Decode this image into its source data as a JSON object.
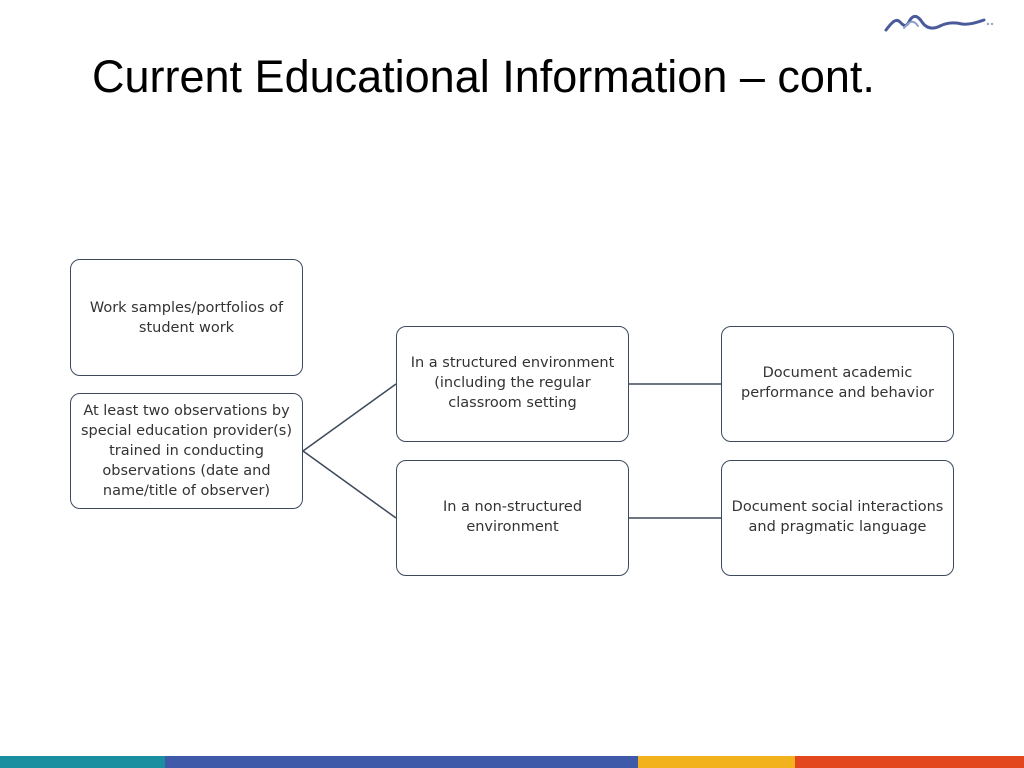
{
  "slide": {
    "title": "Current Educational Information – cont."
  },
  "logo": {
    "icon": "mountain-logo-icon",
    "color": "#4a5a9a"
  },
  "diagram": {
    "nodes": {
      "work_samples": "Work samples/portfolios of student work",
      "observations": "At least two observations by special education provider(s) trained in conducting observations (date and name/title of observer)",
      "structured_env": "In a structured environment (including the regular classroom setting",
      "non_structured_env": "In a non-structured environment",
      "academic": "Document academic performance and behavior",
      "social": "Document social interactions and pragmatic language"
    },
    "edges": [
      [
        "observations",
        "structured_env"
      ],
      [
        "observations",
        "non_structured_env"
      ],
      [
        "structured_env",
        "academic"
      ],
      [
        "non_structured_env",
        "social"
      ]
    ],
    "colors": {
      "border": "#3d4a5c",
      "text": "#333333",
      "connector": "#3d4a5c"
    }
  },
  "footer": {
    "colors": [
      "#1a8fa0",
      "#3f5aa8",
      "#f2b21b",
      "#e2471d"
    ]
  }
}
